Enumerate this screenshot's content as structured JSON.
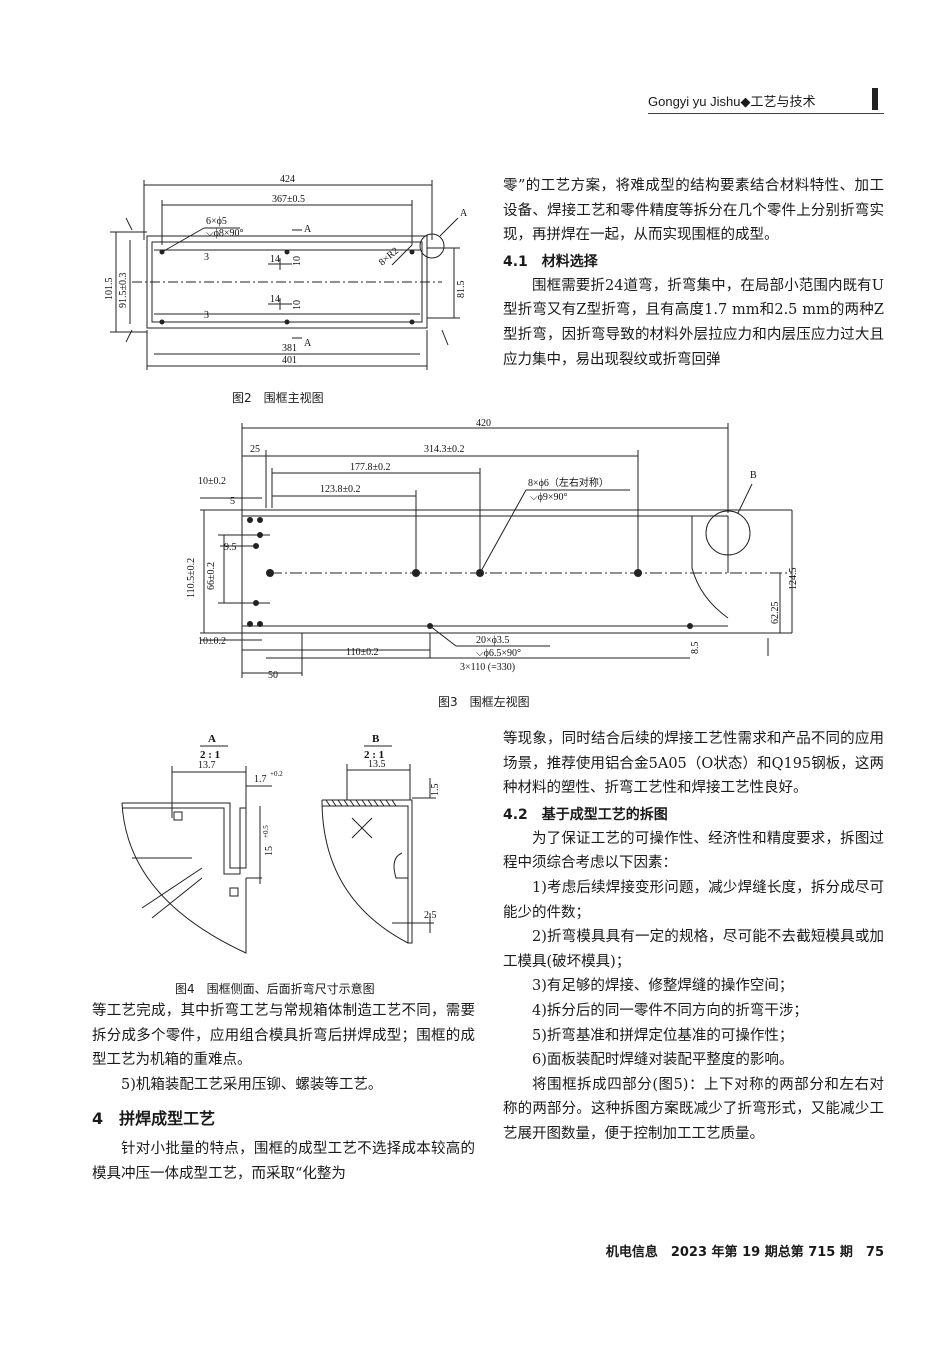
{
  "header": {
    "journal": "Gongyi yu Jishu",
    "diamond": "◆",
    "section": "工艺与技术"
  },
  "fig2": {
    "caption": "图2　围框主视图",
    "dims": {
      "d424": "424",
      "d367": "367±0.5",
      "holes": "6×ϕ5",
      "sink": "⌵ϕ8×90°",
      "a_top": "A",
      "a_bot": "A",
      "a_side": "A",
      "d14a": "14",
      "d10a": "10",
      "d14b": "14",
      "d10b": "10",
      "d3a": "3",
      "d3b": "3",
      "d1015": "101.5",
      "d915": "91.5±0.3",
      "d815": "81.5",
      "r8": "8×R2",
      "d381": "381",
      "d401": "401"
    }
  },
  "fig3": {
    "caption": "图3　围框左视图",
    "dims": {
      "d420": "420",
      "d25": "25",
      "d3143": "314.3±0.2",
      "d1778": "177.8±0.2",
      "d1238": "123.8±0.2",
      "holes": "8×ϕ6（左右对称）",
      "sink": "⌵ϕ9×90°",
      "d10t": "10±0.2",
      "d5": "5",
      "d95": "9.5",
      "d1105": "110.5±0.2",
      "d66": "66±0.2",
      "b": "B",
      "d1245": "124.5",
      "d6225": "62.25",
      "d10b": "10±0.2",
      "d85": "8.5",
      "holes2": "20×ϕ3.5",
      "sink2": "⌵ϕ6.5×90°",
      "d110": "110±0.2",
      "d330": "3×110 (=330)",
      "d50": "50"
    }
  },
  "fig4": {
    "caption": "图4　围框侧面、后面折弯尺寸示意图",
    "a_label": "A",
    "a_scale": "2 : 1",
    "a_137": "13.7",
    "a_17": "1.7",
    "a_17tol": "+0.2",
    "a_15": "15",
    "a_15tol": "+0.5",
    "b_label": "B",
    "b_scale": "2 : 1",
    "b_135": "13.5",
    "b_15": "1.5",
    "b_25": "2.5"
  },
  "right_top": {
    "p1": "零”的工艺方案，将难成型的结构要素结合材料特性、加工设备、焊接工艺和零件精度等拆分在几个零件上分别折弯实现，再拼焊在一起，从而实现围框的成型。",
    "s41": "4.1　材料选择",
    "p2": "围框需要折24道弯，折弯集中，在局部小范围内既有U型折弯又有Z型折弯，且有高度1.7 mm和2.5 mm的两种Z型折弯，因折弯导致的材料外层拉应力和内层压应力过大且应力集中，易出现裂纹或折弯回弹"
  },
  "right_bottom": {
    "p1": "等现象，同时结合后续的焊接工艺性需求和产品不同的应用场景，推荐使用铝合金5A05（O状态）和Q195钢板，这两种材料的塑性、折弯工艺性和焊接工艺性良好。",
    "s42": "4.2　基于成型工艺的拆图",
    "p2": "为了保证工艺的可操作性、经济性和精度要求，拆图过程中须综合考虑以下因素：",
    "l1": "1)考虑后续焊接变形问题，减少焊缝长度，拆分成尽可能少的件数；",
    "l2": "2)折弯模具具有一定的规格，尽可能不去截短模具或加工模具(破坏模具)；",
    "l3": "3)有足够的焊接、修整焊缝的操作空间；",
    "l4": "4)拆分后的同一零件不同方向的折弯干涉；",
    "l5": "5)折弯基准和拼焊定位基准的可操作性；",
    "l6": "6)面板装配时焊缝对装配平整度的影响。",
    "p3": "将围框拆成四部分(图5)：上下对称的两部分和左右对称的两部分。这种拆图方案既减少了折弯形式，又能减少工艺展开图数量，便于控制加工工艺质量。"
  },
  "left_bottom": {
    "p1": "等工艺完成，其中折弯工艺与常规箱体制造工艺不同，需要拆分成多个零件，应用组合模具折弯后拼焊成型；围框的成型工艺为机箱的重难点。",
    "p2": "5)机箱装配工艺采用压铆、螺装等工艺。",
    "s4": "4　拼焊成型工艺",
    "p3": "针对小批量的特点，围框的成型工艺不选择成本较高的模具冲压一体成型工艺，而采取“化整为"
  },
  "footer": {
    "journal": "机电信息",
    "issue": "2023 年第 19 期总第 715 期",
    "page": "75"
  }
}
